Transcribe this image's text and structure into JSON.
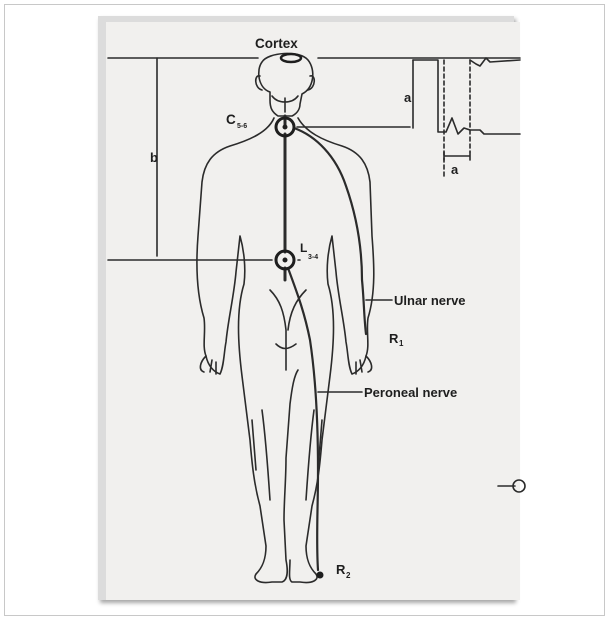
{
  "figure": {
    "labels": {
      "cortex": "Cortex",
      "c_main": "C",
      "c_sub": "5-6",
      "l_main": "L",
      "l_sub": "3-4",
      "a_vertical": "a",
      "a_horizontal": "a",
      "b": "b",
      "ulnar": "Ulnar nerve",
      "r1_main": "R",
      "r1_sub": "1",
      "peroneal": "Peroneal nerve",
      "r2_main": "R",
      "r2_sub": "2"
    }
  }
}
